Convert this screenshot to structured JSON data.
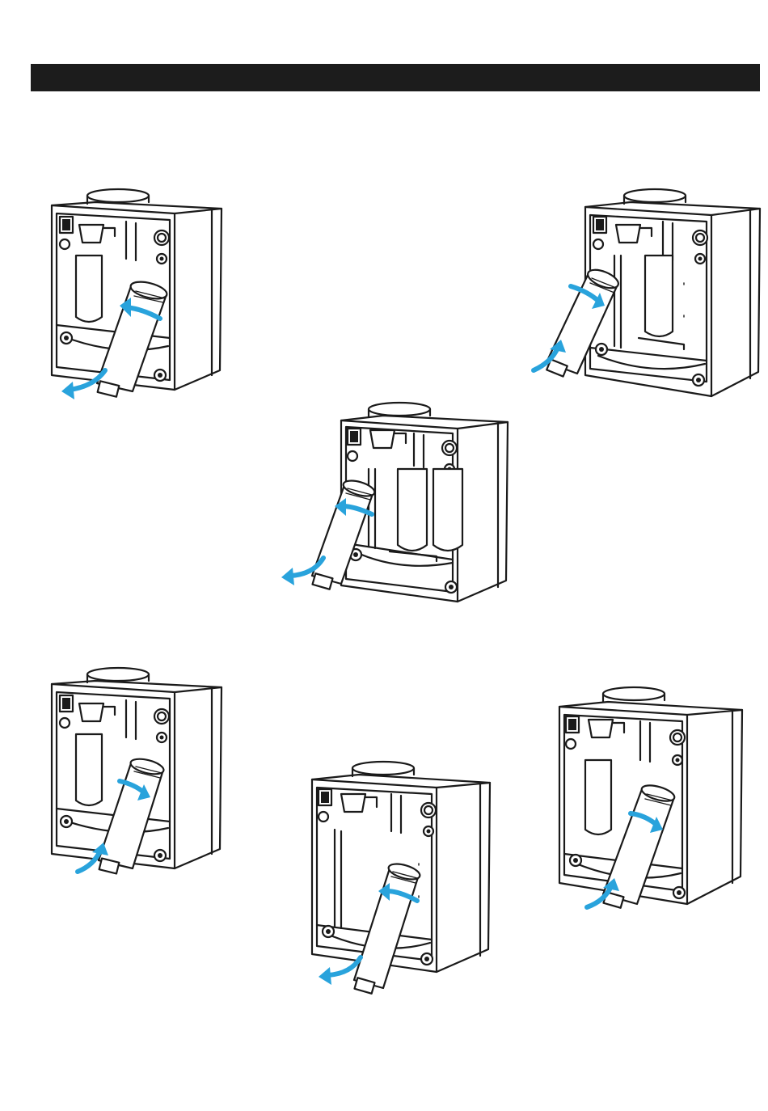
{
  "header": {
    "color": "#1c1c1c"
  },
  "arrow_color": "#29a3dc",
  "figures": [
    {
      "id": "fig-1",
      "depicts": "filter-removal-rotate-and-pull",
      "icon": "water-dispenser-filter-icon"
    },
    {
      "id": "fig-2",
      "depicts": "filter-insertion-push-and-rotate",
      "icon": "water-dispenser-filter-icon"
    },
    {
      "id": "fig-3",
      "depicts": "filter-removal-rotate-and-pull",
      "icon": "water-dispenser-filter-icon"
    },
    {
      "id": "fig-4",
      "depicts": "filter-insertion-push-and-rotate",
      "icon": "water-dispenser-filter-icon"
    },
    {
      "id": "fig-5",
      "depicts": "filter-removal-rotate-and-pull",
      "icon": "water-dispenser-filter-icon"
    },
    {
      "id": "fig-6",
      "depicts": "filter-insertion-push-and-rotate",
      "icon": "water-dispenser-filter-icon"
    }
  ]
}
